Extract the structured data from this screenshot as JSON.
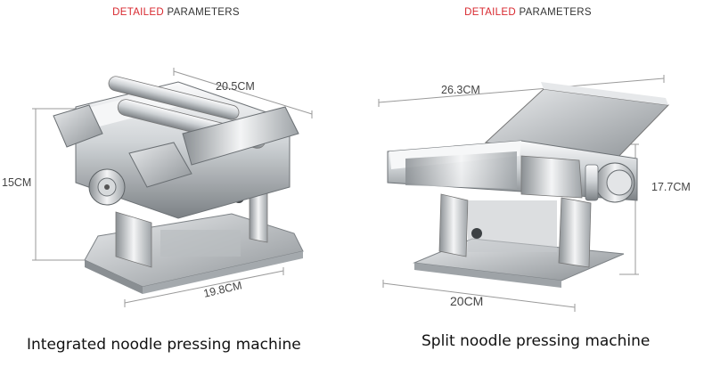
{
  "left": {
    "header": {
      "accent": "DETAILED",
      "rest": " PARAMETERS"
    },
    "dims": {
      "top": "20.5CM",
      "side": "15CM",
      "bottom": "19.8CM"
    },
    "caption": "Integrated noodle pressing machine"
  },
  "right": {
    "header": {
      "accent": "DETAILED",
      "rest": " PARAMETERS"
    },
    "dims": {
      "top": "26.3CM",
      "side": "17.7CM",
      "bottom": "20CM"
    },
    "caption": "Split noodle pressing machine"
  },
  "colors": {
    "accent": "#d8282f",
    "dimension_line": "#9a9a9a",
    "steel_light": "#eef0f2",
    "steel_dark": "#6f7478"
  }
}
